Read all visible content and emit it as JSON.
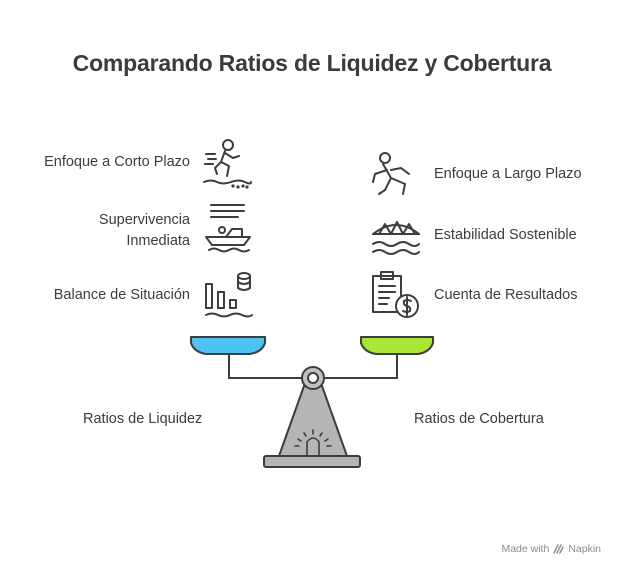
{
  "title": "Comparando Ratios de Liquidez y Cobertura",
  "left": {
    "items": [
      {
        "label": "Enfoque a Corto Plazo",
        "icon": "jumping-person-icon"
      },
      {
        "label": "Supervivencia Inmediata",
        "icon": "lifeboat-icon"
      },
      {
        "label": "Balance de Situación",
        "icon": "bar-chart-coins-icon"
      }
    ],
    "side_label": "Ratios de Liquidez",
    "pan_color": "#4cc3f2"
  },
  "right": {
    "items": [
      {
        "label": "Enfoque a Largo Plazo",
        "icon": "running-person-icon"
      },
      {
        "label": "Estabilidad Sostenible",
        "icon": "bridge-icon"
      },
      {
        "label": "Cuenta de Resultados",
        "icon": "income-statement-icon"
      }
    ],
    "side_label": "Ratios de Cobertura",
    "pan_color": "#a9e635"
  },
  "footer": {
    "made_with": "Made with",
    "brand": "Napkin"
  }
}
